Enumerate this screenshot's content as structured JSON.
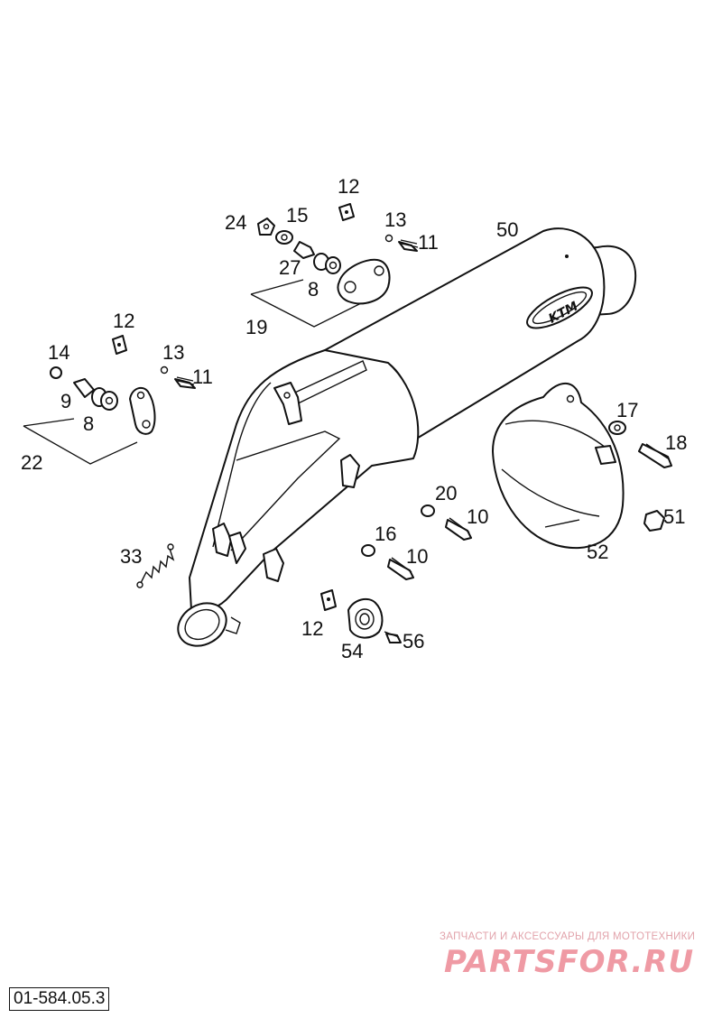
{
  "drawing_number": "01-584.05.3",
  "watermark": {
    "tagline": "ЗАПЧАСТИ И АКСЕССУАРЫ ДЛЯ МОТОТЕХНИКИ",
    "brand": "PARTSFOR.RU"
  },
  "logo_text": "KTM",
  "labels": {
    "p12_top": "12",
    "p24": "24",
    "p15": "15",
    "p13_top": "13",
    "p11_top": "11",
    "p50": "50",
    "p27": "27",
    "p8_top": "8",
    "p19": "19",
    "p12_left": "12",
    "p14": "14",
    "p13_left": "13",
    "p11_left": "11",
    "p9": "9",
    "p8_left": "8",
    "p22": "22",
    "p17": "17",
    "p18": "18",
    "p20": "20",
    "p10_a": "10",
    "p51": "51",
    "p16": "16",
    "p10_b": "10",
    "p52": "52",
    "p33": "33",
    "p12_bottom": "12",
    "p54": "54",
    "p56": "56"
  }
}
